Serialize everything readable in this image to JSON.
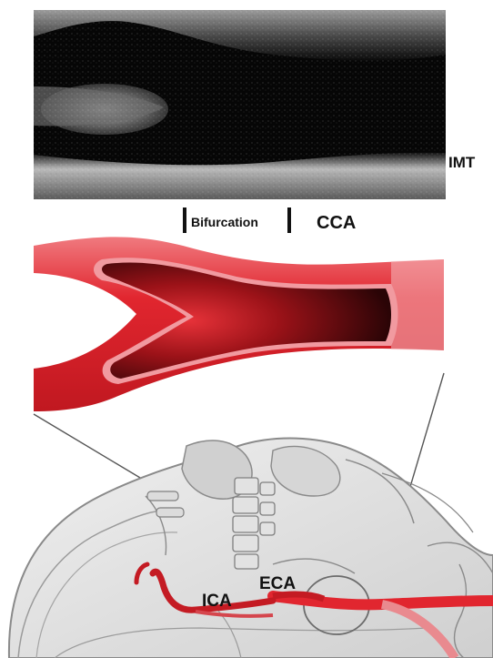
{
  "labels": {
    "imt": "IMT",
    "bifurcation": "Bifurcation",
    "cca": "CCA",
    "ica": "ICA",
    "eca": "ECA"
  },
  "colors": {
    "vessel_red": "#e1262f",
    "vessel_dark": "#2a0406",
    "anatomy_gray": "#d9d9d9",
    "outline_gray": "#8a8a8a",
    "ultrasound_bg": "#060606"
  }
}
